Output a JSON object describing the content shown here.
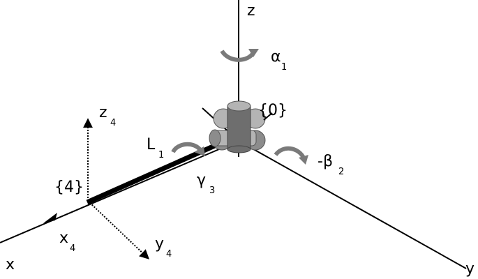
{
  "axes": {
    "x": "x",
    "y": "y",
    "z": "z"
  },
  "labels": {
    "alpha": "α",
    "alpha_sub": "1",
    "beta": "-β",
    "beta_sub": "2",
    "frame0": "{0}",
    "frame4": "{4}",
    "link": "L",
    "link_sub": "1",
    "gamma": "γ",
    "gamma_sub": "3",
    "x4": "x",
    "x4_sub": "4",
    "y4": "y",
    "y4_sub": "4",
    "z4": "z",
    "z4_sub": "4"
  },
  "colors": {
    "line": "#000000",
    "cylinder_light": "#b4b4b4",
    "cylinder_mid": "#8c8c8c",
    "cylinder_dark": "#6e6e6e",
    "rotation_arrow": "#7a7a7a"
  }
}
